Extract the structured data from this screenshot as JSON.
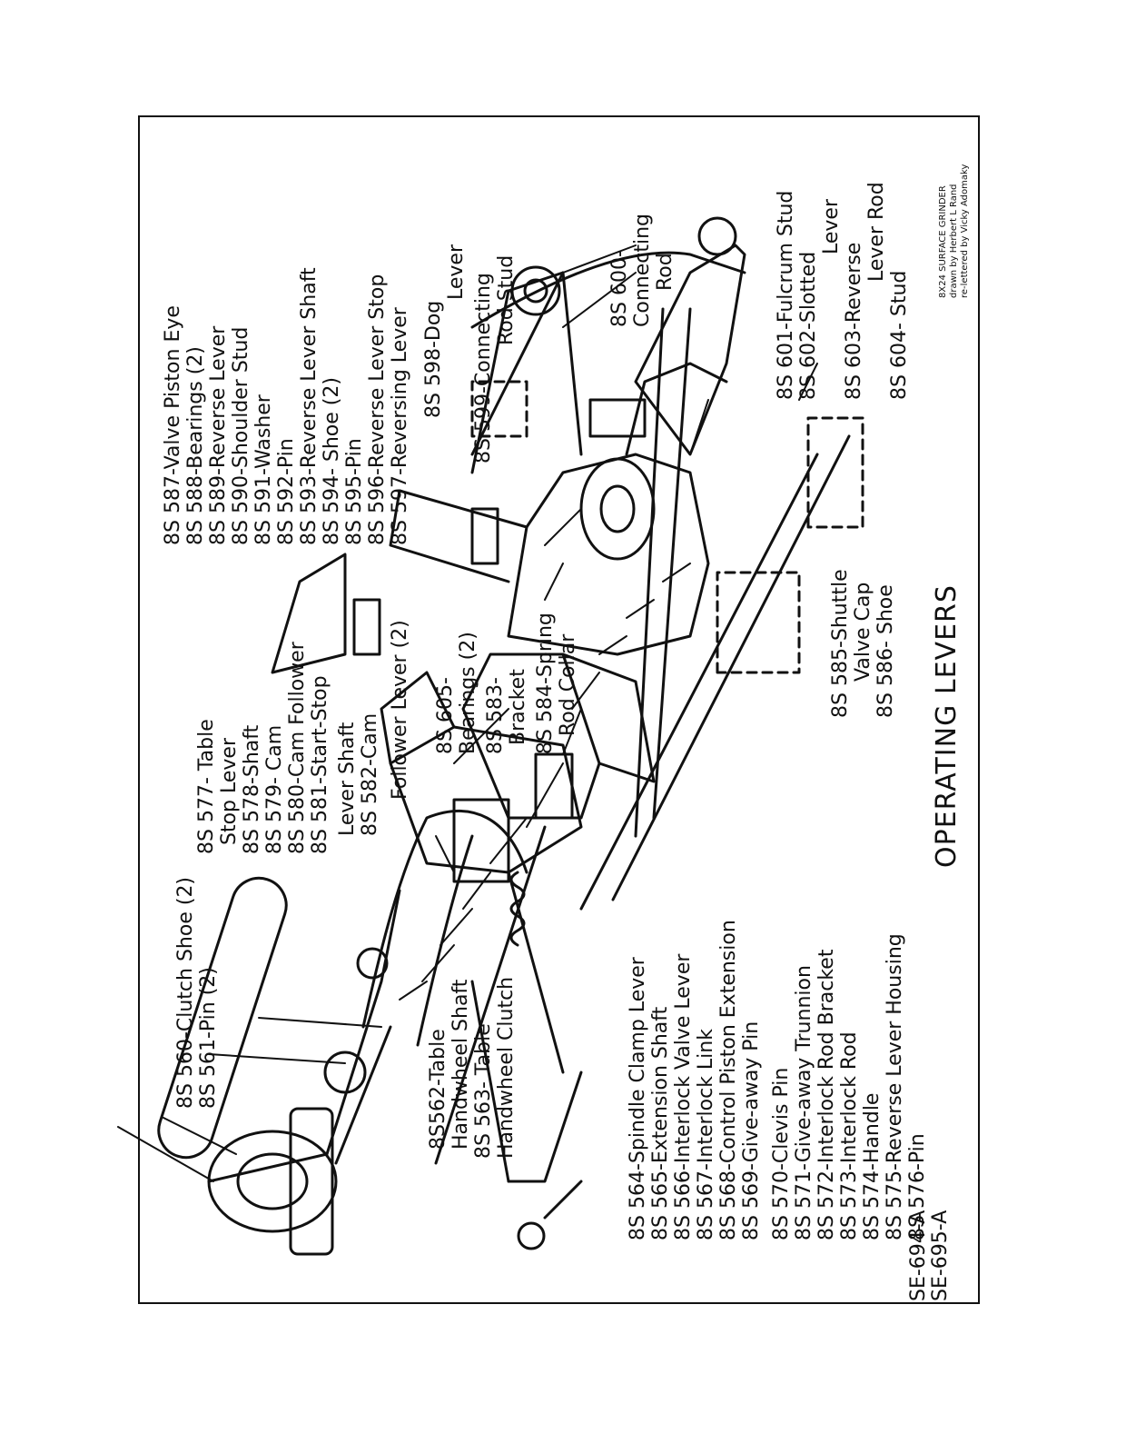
{
  "title": "OPERATING LEVERS",
  "drawing_numbers": [
    "SE-694-A",
    "SE-695-A"
  ],
  "credit": [
    "8X24 SURFACE GRINDER",
    "drawn by Herbert L Rand",
    "re-lettered by Vicky Adomaky"
  ],
  "groups": {
    "g1": [
      "8S 560-Clutch Shoe (2)",
      "8S 561-Pin (2)"
    ],
    "g2": [
      "8S562-Table",
      "Handwheel Shaft",
      "8S 563- Table",
      "Handwheel Clutch"
    ],
    "g3": [
      "8S 564-Spindle Clamp Lever",
      "8S 565-Extension Shaft",
      "8S 566-Interlock Valve Lever",
      "8S 567-Interlock Link",
      "8S 568-Control Piston Extension",
      "8S 569-Give-away Pin"
    ],
    "g4": [
      "8S 570-Clevis Pin",
      "8S 571-Give-away Trunnion",
      "8S 572-Interlock Rod Bracket",
      "8S 573-Interlock Rod",
      "8S 574-Handle",
      "8S 575-Reverse Lever Housing",
      "8S 576-Pin"
    ],
    "g5": [
      "8S 577- Table",
      "Stop Lever",
      "8S 578-Shaft",
      "8S 579- Cam",
      "8S 580-Cam Follower",
      "8S 581-Start-Stop",
      "Lever Shaft",
      "8S 582-Cam",
      "Follower Lever (2)"
    ],
    "g6": [
      "8S 605-",
      "Bearings (2)",
      "8S 583-",
      "Bracket",
      "8S 584-Spring",
      "Rod Collar"
    ],
    "g7": [
      "8S 585-Shuttle",
      "Valve Cap",
      "8S 586- Shoe"
    ],
    "g8": [
      "8S 587-Valve Piston Eye",
      "8S 588-Bearings (2)",
      "8S 589-Reverse Lever",
      "8S 590-Shoulder Stud",
      "8S 591-Washer",
      "8S 592-Pin",
      "8S 593-Reverse Lever Shaft",
      "8S 594- Shoe (2)",
      "8S 595-Pin",
      "8S 596-Reverse Lever Stop",
      "8S 597-Reversing Lever"
    ],
    "g9": [
      "8S 598-Dog",
      "Lever",
      "8S 599-Connecting",
      "Rod Stud"
    ],
    "g10": [
      "8S 600-",
      "Connecting",
      "Rod"
    ],
    "g11": [
      "8S 601-Fulcrum Stud",
      "8S 602-Slotted",
      "Lever",
      "8S 603-Reverse",
      "Lever Rod",
      "8S 604- Stud"
    ]
  }
}
